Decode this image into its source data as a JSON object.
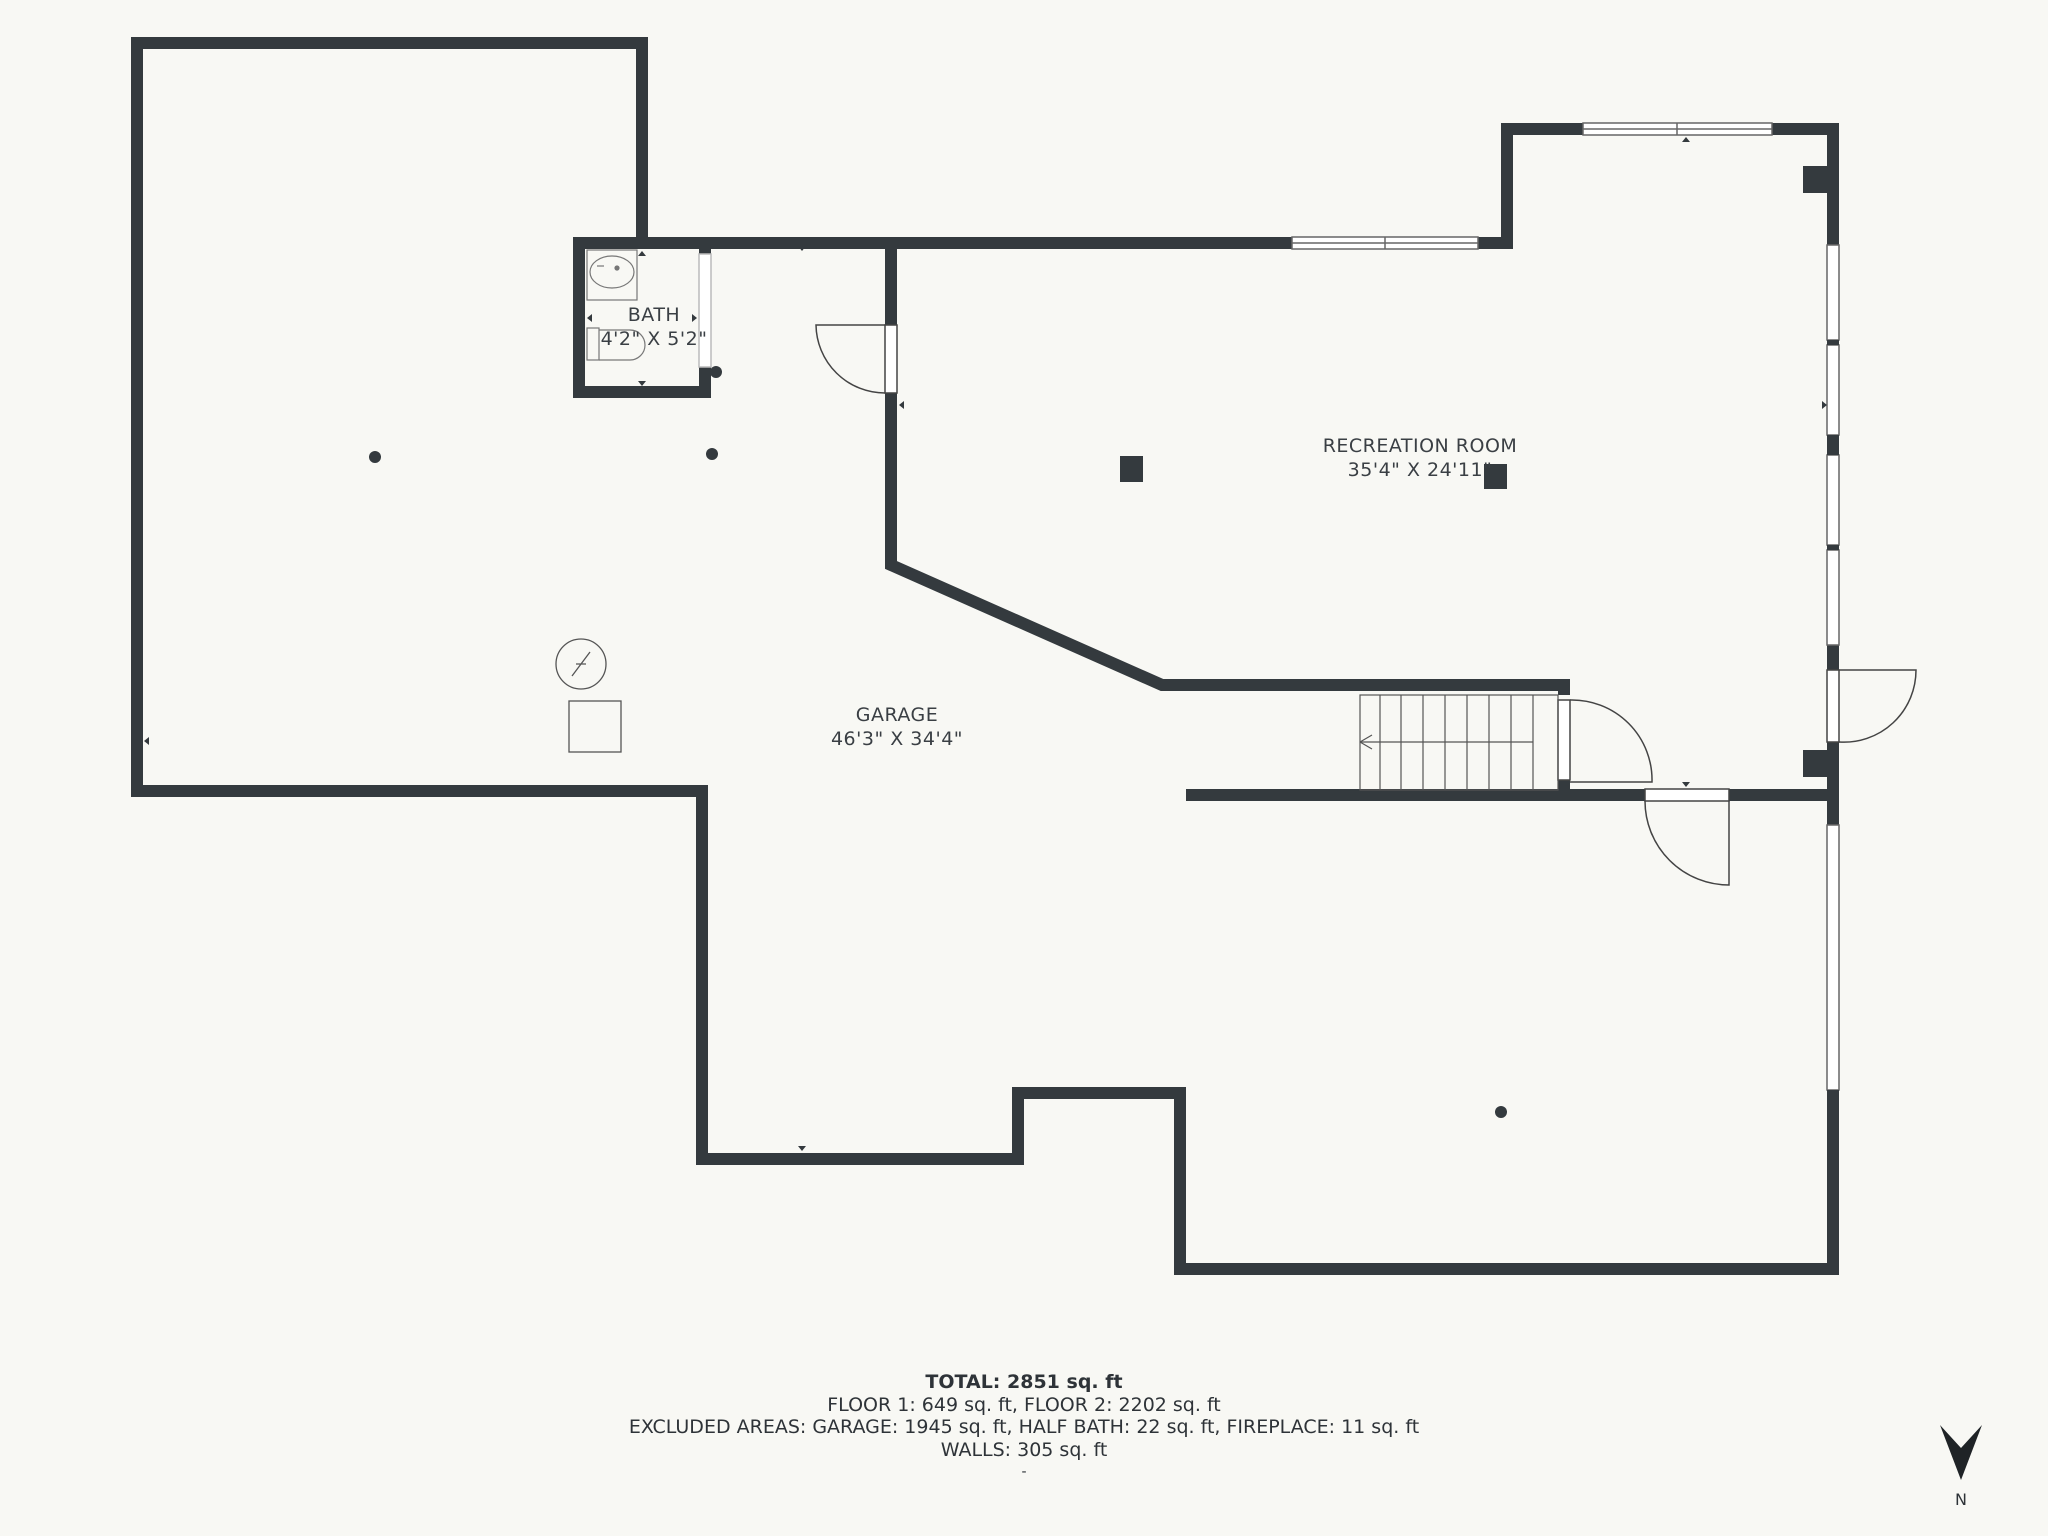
{
  "rooms": {
    "bath": {
      "name": "BATH",
      "dims": "4'2\" X 5'2\""
    },
    "recreation": {
      "name": "RECREATION ROOM",
      "dims": "35'4\" X 24'11\""
    },
    "garage": {
      "name": "GARAGE",
      "dims": "46'3\" X 34'4\""
    }
  },
  "totals": {
    "total": "TOTAL: 2851 sq. ft",
    "floors": "FLOOR 1: 649 sq. ft, FLOOR 2: 2202 sq. ft",
    "excluded": "EXCLUDED AREAS: GARAGE: 1945 sq. ft, HALF BATH: 22 sq. ft, FIREPLACE: 11 sq. ft",
    "walls": "WALLS: 305 sq. ft",
    "footnote": "-"
  },
  "compass": {
    "letter": "N"
  },
  "colors": {
    "wall": "#343a3e",
    "background": "#f8f8f4",
    "fixture": "#777777"
  }
}
